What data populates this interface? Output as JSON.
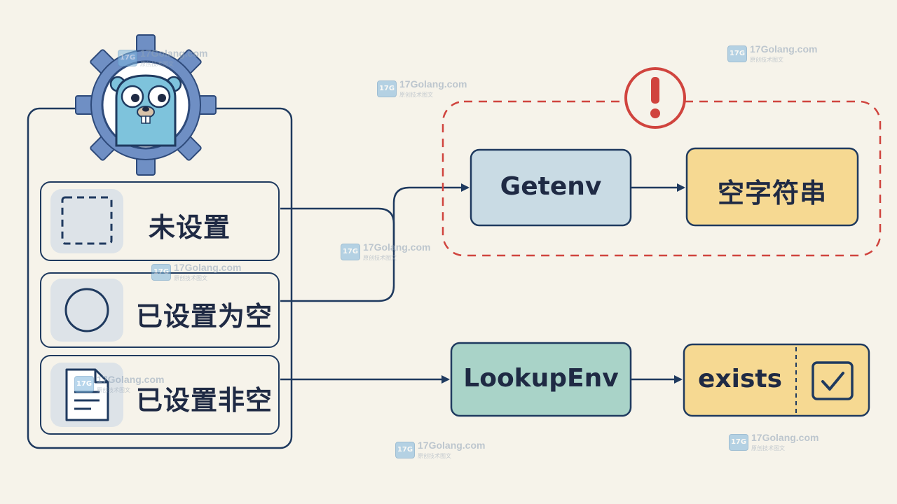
{
  "left_panel": {
    "items": [
      {
        "label": "未设置",
        "icon": "dashed-square-icon"
      },
      {
        "label": "已设置为空",
        "icon": "circle-icon"
      },
      {
        "label": "已设置非空",
        "icon": "document-icon"
      }
    ]
  },
  "flow_top": {
    "function_label": "Getenv",
    "result_label": "空字符串",
    "warning_icon": "exclamation-icon"
  },
  "flow_bottom": {
    "function_label": "LookupEnv",
    "result_label": "exists",
    "result_icon": "checkbox-checked-icon"
  },
  "watermark": {
    "text": "17Golang.com",
    "subtext": "原创技术图文",
    "logo_text": "17G"
  },
  "colors": {
    "background": "#f6f3ea",
    "stroke": "#1f3a5f",
    "getenv_fill": "#c9dbe4",
    "lookup_fill": "#a9d3c8",
    "result_fill": "#f6d992",
    "warning_red": "#d0443e",
    "gear_fill": "#6f8fc4",
    "gopher_fill": "#7ec3dc"
  }
}
